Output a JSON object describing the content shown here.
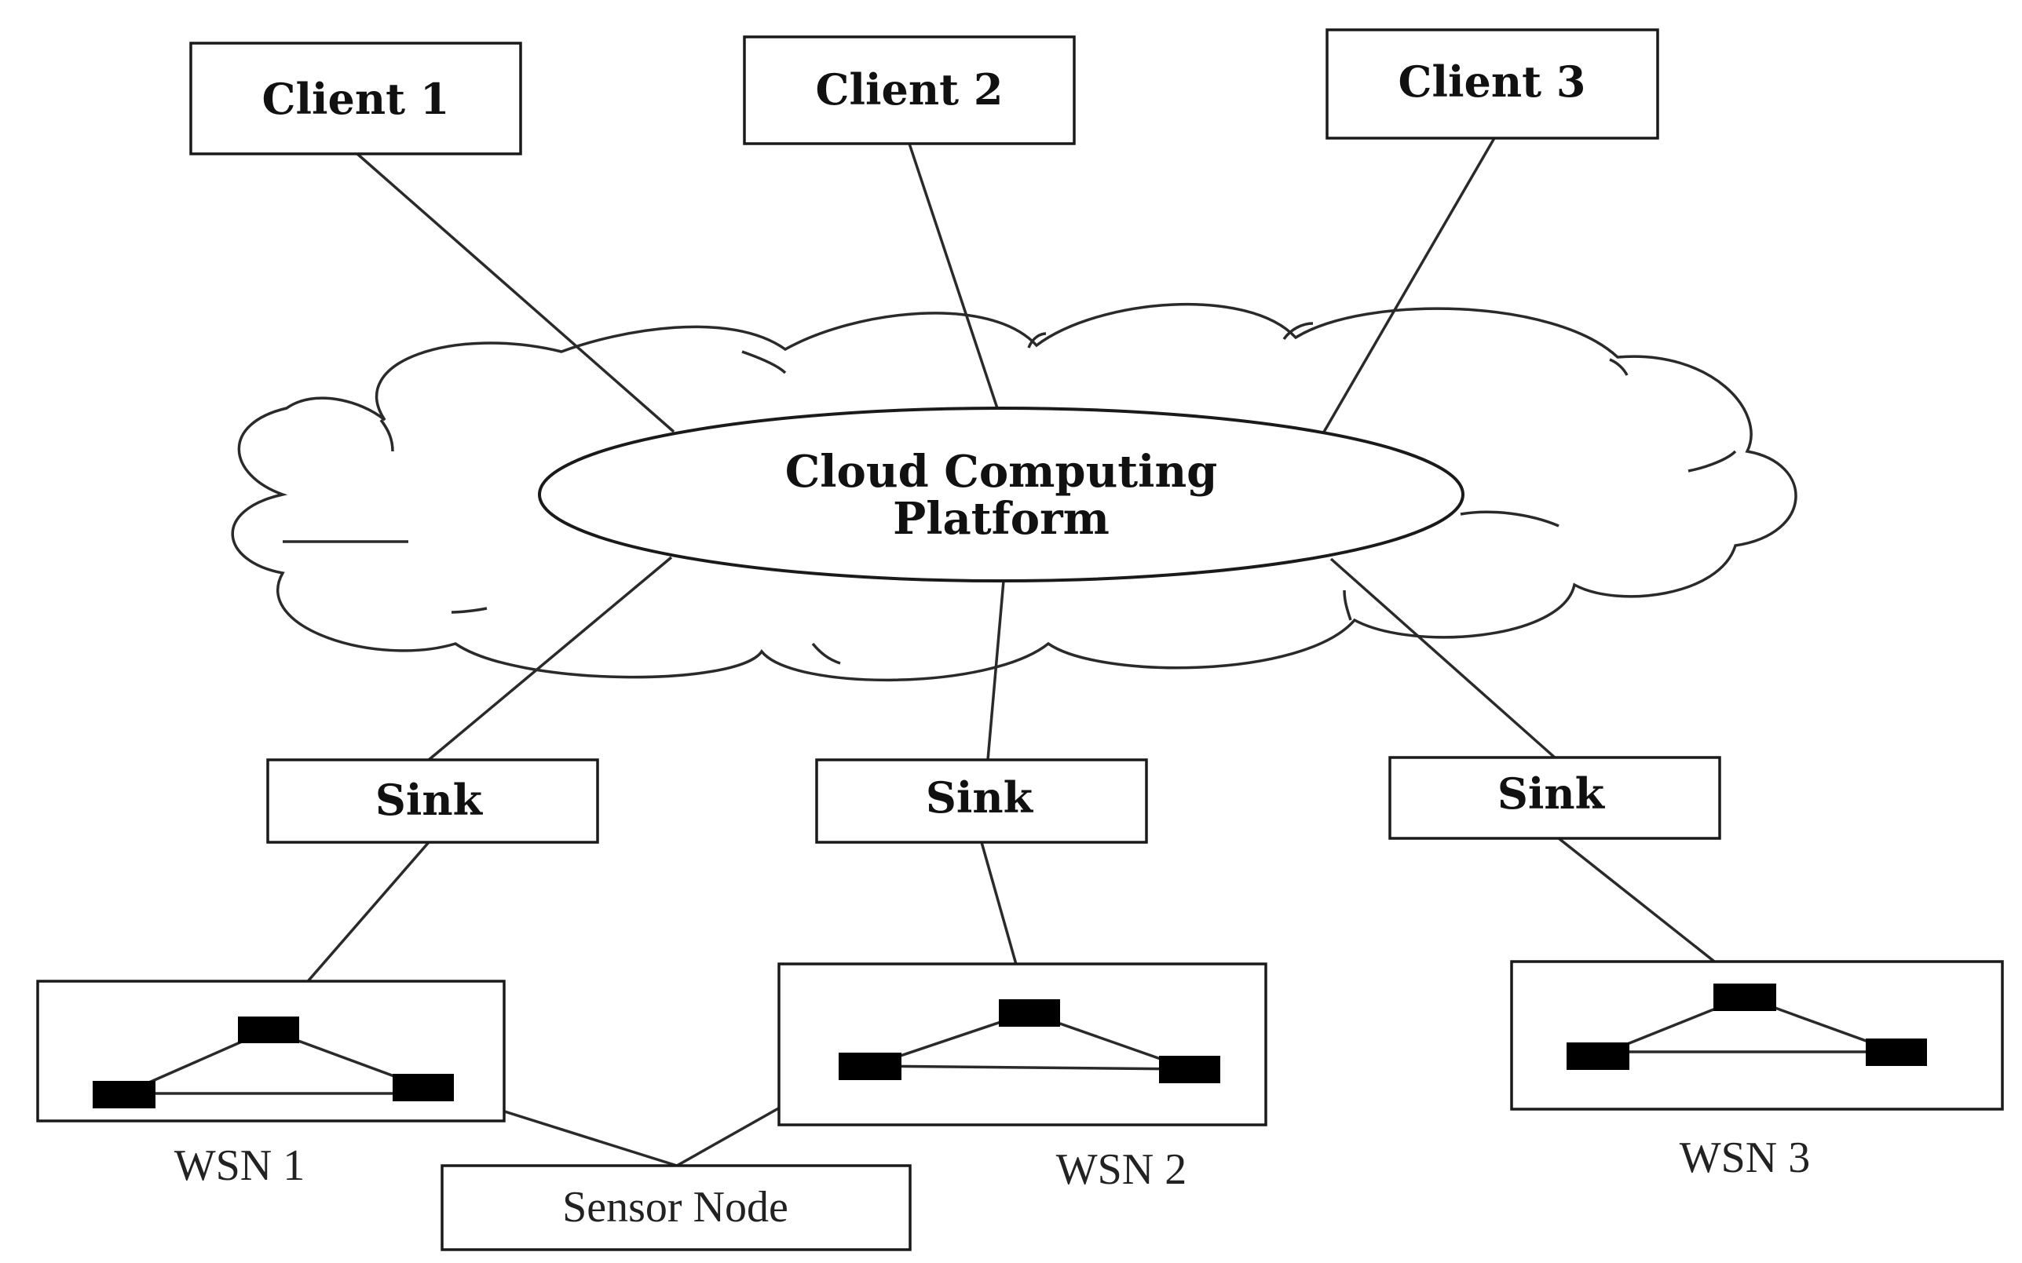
{
  "clients": [
    {
      "label": "Client 1"
    },
    {
      "label": "Client 2"
    },
    {
      "label": "Client 3"
    }
  ],
  "cloud": {
    "line1": "Cloud Computing",
    "line2": "Platform"
  },
  "sinks": [
    {
      "label": "Sink"
    },
    {
      "label": "Sink"
    },
    {
      "label": "Sink"
    }
  ],
  "networks": [
    {
      "label": "WSN 1"
    },
    {
      "label": "WSN 2"
    },
    {
      "label": "WSN 3"
    }
  ],
  "sensor_node": {
    "label": "Sensor Node"
  }
}
